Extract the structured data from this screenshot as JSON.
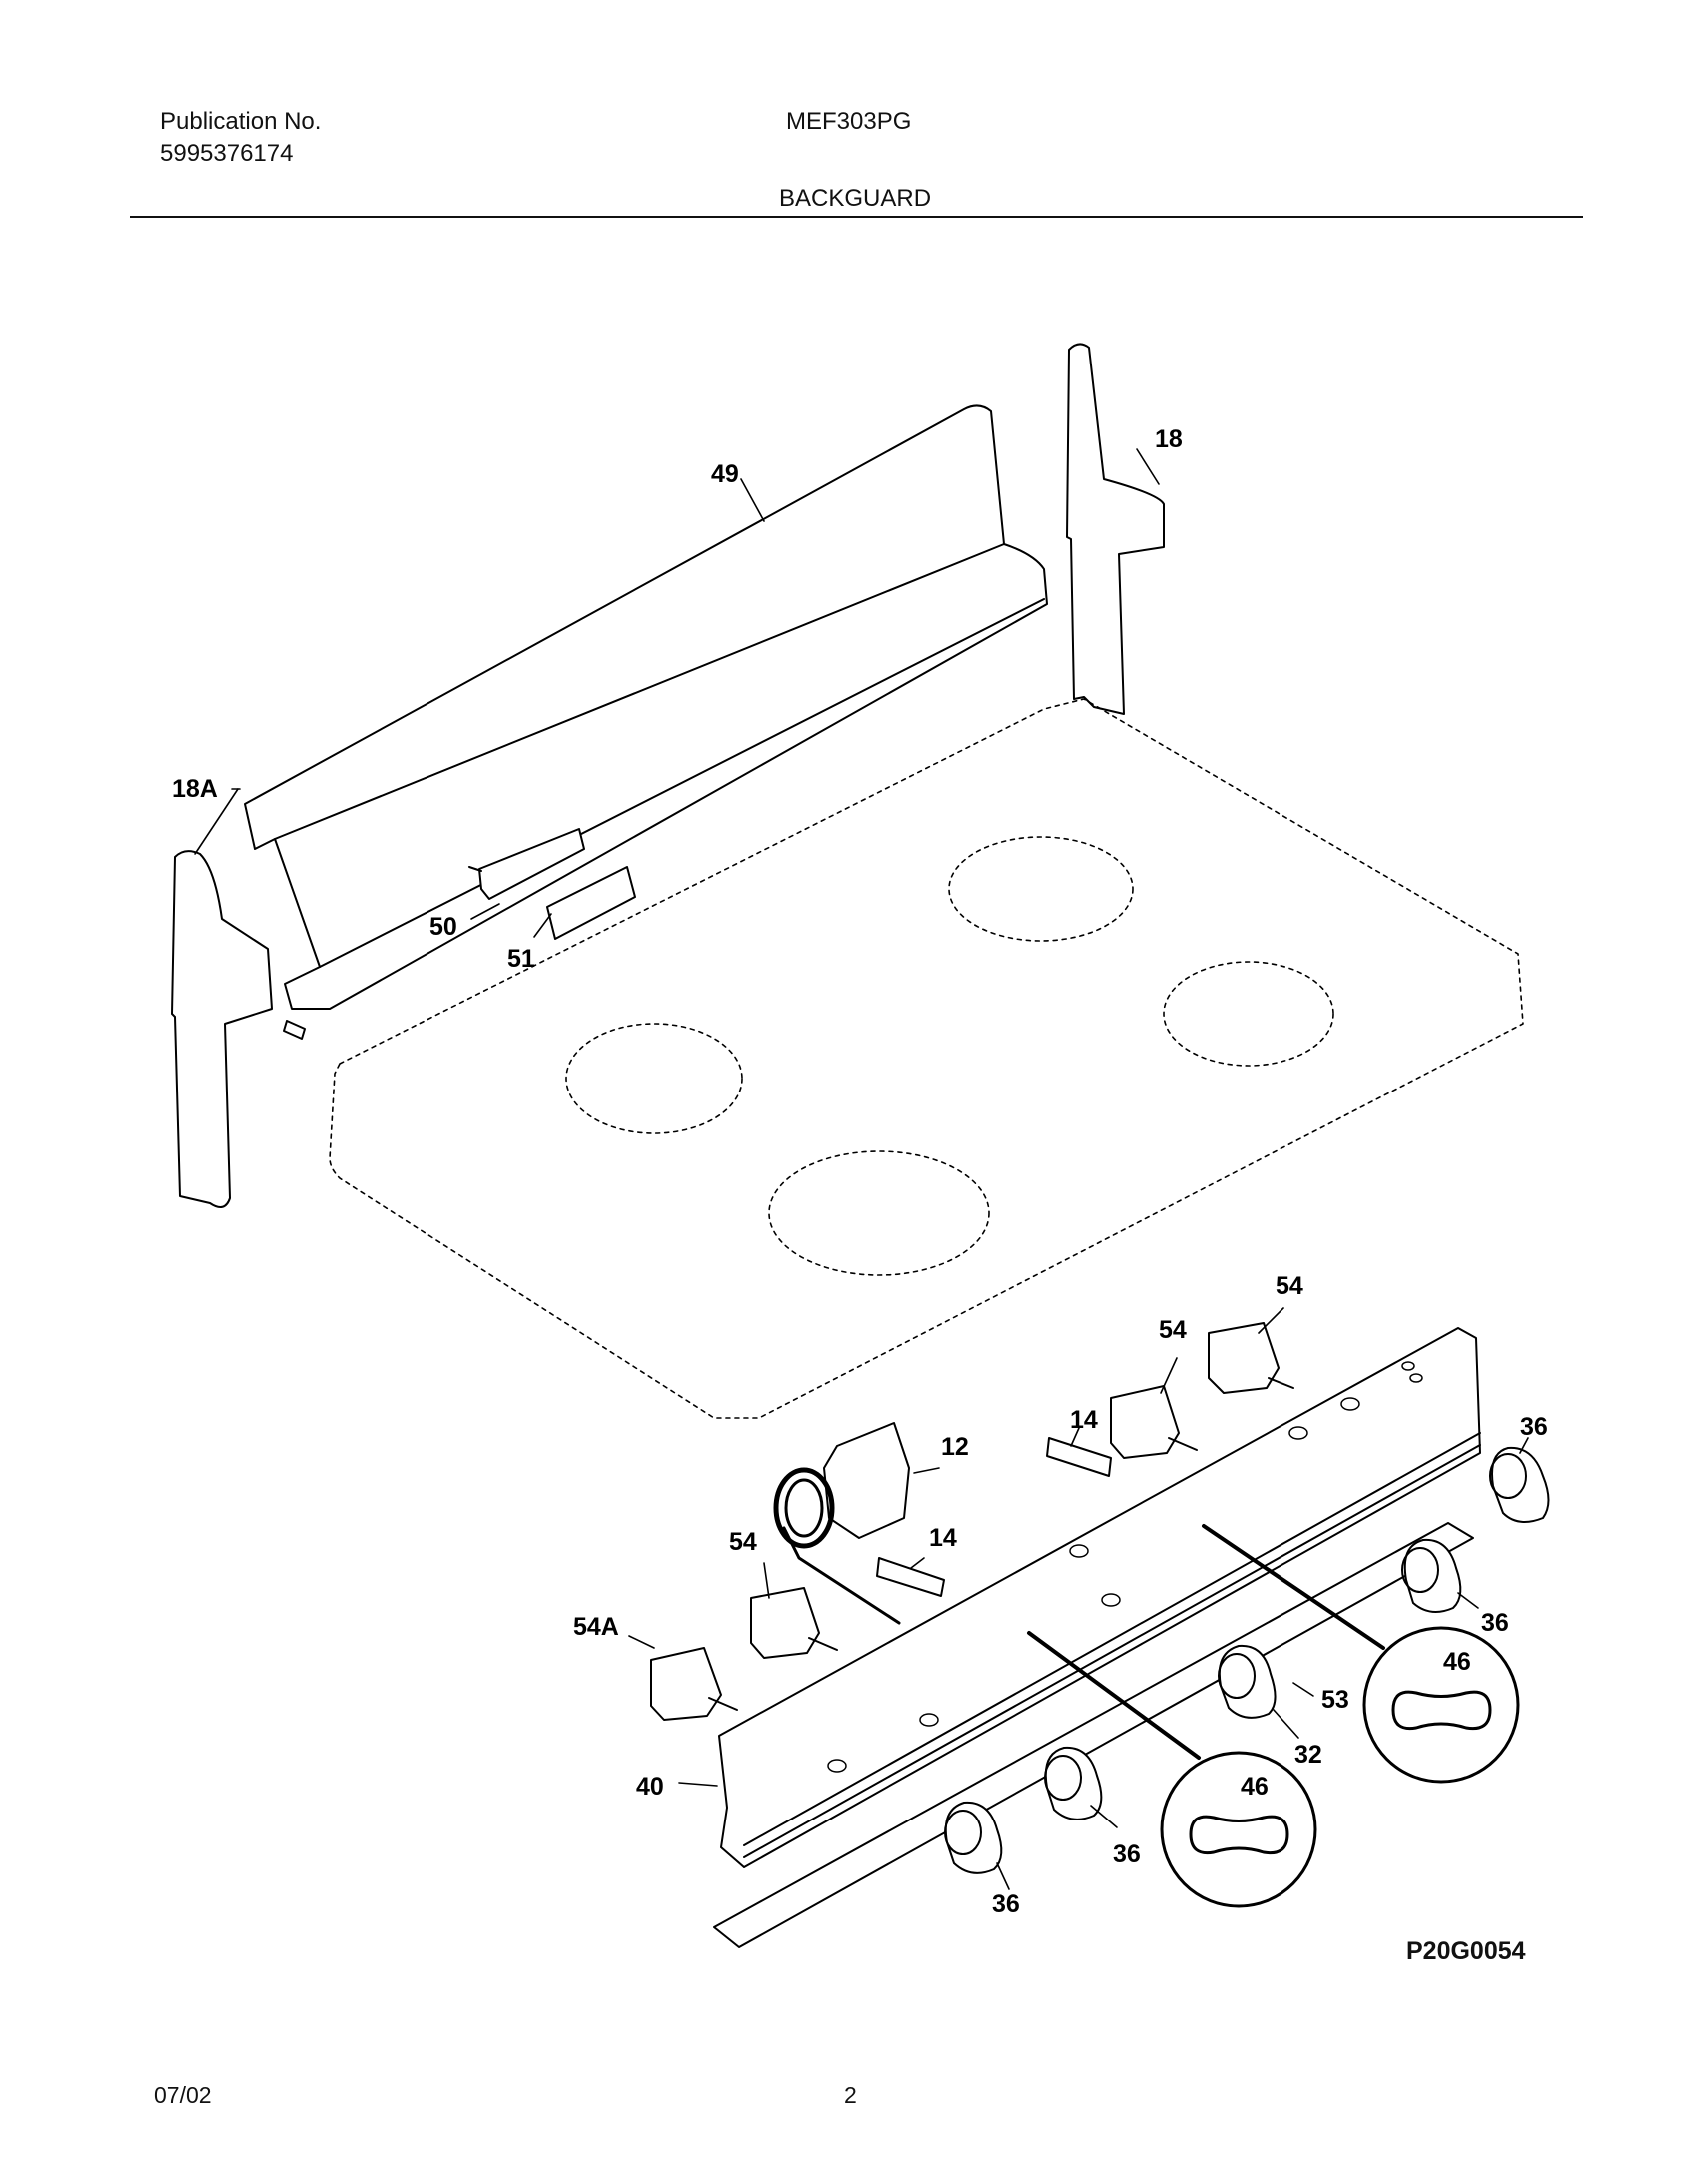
{
  "header": {
    "publication_label": "Publication No.",
    "publication_number": "5995376174",
    "model": "MEF303PG",
    "section_title": "BACKGUARD"
  },
  "callouts": {
    "c49": "49",
    "c18": "18",
    "c18a": "18A",
    "c50": "50",
    "c51": "51",
    "c54_a": "54",
    "c54_b": "54",
    "c14_a": "14",
    "c12": "12",
    "c14_b": "14",
    "c54_c": "54",
    "c54a": "54A",
    "c36_a": "36",
    "c36_b": "36",
    "c46_a": "46",
    "c53": "53",
    "c32": "32",
    "c46_b": "46",
    "c40": "40",
    "c36_c": "36",
    "c36_d": "36"
  },
  "figure_code": "P20G0054",
  "footer": {
    "date": "07/02",
    "page": "2"
  }
}
